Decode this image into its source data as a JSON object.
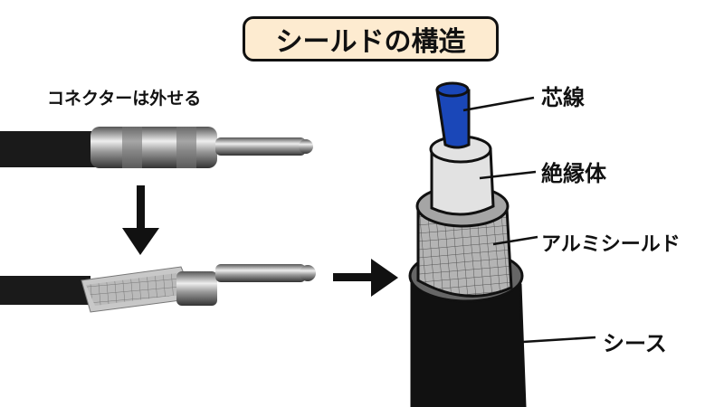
{
  "title": "シールドの構造",
  "caption": "コネクターは外せる",
  "labels": {
    "core": "芯線",
    "insulator": "絶縁体",
    "shield": "アルミシールド",
    "sheath": "シース"
  },
  "colors": {
    "title_bg": "#fdebd0",
    "core": "#1a47b8",
    "insulator": "#e2e2e2",
    "shield": "#a9a9a9",
    "sheath": "#111111"
  }
}
